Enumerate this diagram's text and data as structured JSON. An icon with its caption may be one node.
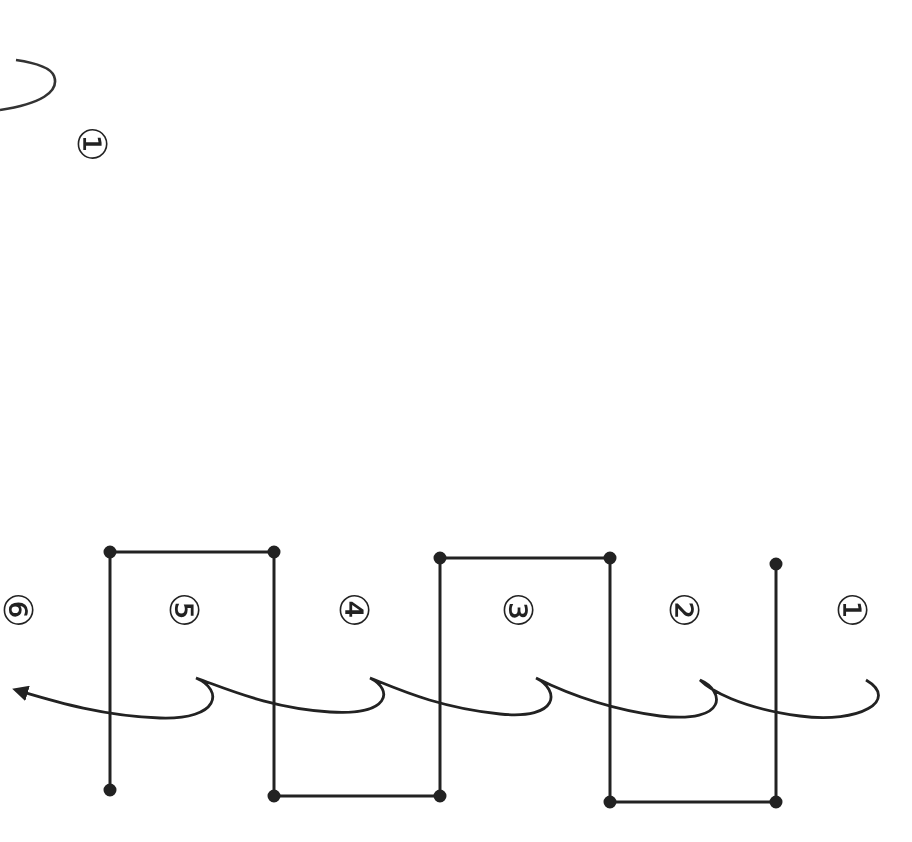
{
  "diagram": {
    "labels": [
      "①",
      "⑥",
      "⑤",
      "④",
      "③",
      "②",
      "①"
    ]
  }
}
